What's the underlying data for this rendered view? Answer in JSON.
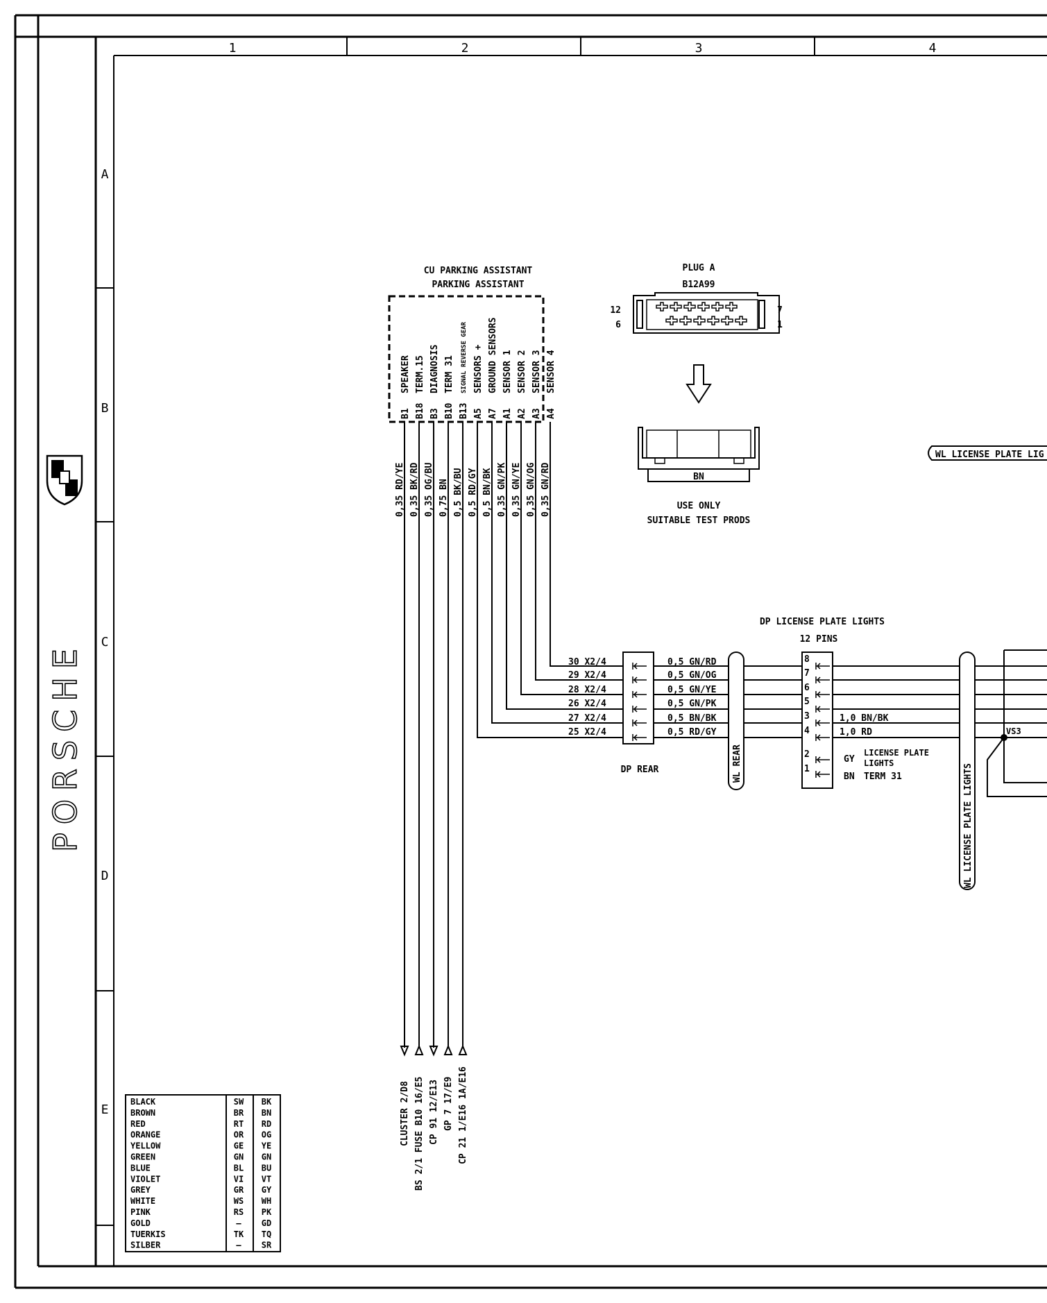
{
  "frame": {
    "columns": [
      "1",
      "2",
      "3",
      "4"
    ],
    "rows": [
      "A",
      "B",
      "C",
      "D",
      "E"
    ],
    "brand": "PORSCHE"
  },
  "control_unit": {
    "title_line1": "CU PARKING ASSISTANT",
    "title_line2": "PARKING ASSISTANT",
    "pins": [
      {
        "id": "B1",
        "label": "SPEAKER",
        "wire": "0,35 RD/YE"
      },
      {
        "id": "B18",
        "label": "TERM.15",
        "wire": "0,35 BK/RD"
      },
      {
        "id": "B3",
        "label": "DIAGNOSIS",
        "wire": "0,35 OG/BU"
      },
      {
        "id": "B10",
        "label": "TERM 31",
        "wire": "0,75 BN"
      },
      {
        "id": "B13",
        "label": "SIGNAL REVERSE GEAR",
        "wire": "0,5 BK/BU"
      },
      {
        "id": "A5",
        "label": "SENSORS +",
        "wire": "0,5 RD/GY"
      },
      {
        "id": "A7",
        "label": "GROUND SENSORS",
        "wire": "0,5 BN/BK"
      },
      {
        "id": "A1",
        "label": "SENSOR 1",
        "wire": "0,35 GN/PK"
      },
      {
        "id": "A2",
        "label": "SENSOR 2",
        "wire": "0,35 GN/YE"
      },
      {
        "id": "A3",
        "label": "SENSOR 3",
        "wire": "0,35 GN/OG"
      },
      {
        "id": "A4",
        "label": "SENSOR 4",
        "wire": "0,35 GN/RD"
      }
    ]
  },
  "destinations": [
    "CLUSTER 2/D8",
    "BS 2/1 FUSE B10 16/E5",
    "CP 91 12/E13",
    "GP 7 17/E9",
    "CP 21 1/E16 1A/E16"
  ],
  "plug": {
    "title": "PLUG A",
    "code": "B12A99",
    "pin_left_top": "12",
    "pin_left_bottom": "6",
    "pin_right_top": "7",
    "pin_right_bottom": "1",
    "color": "BN",
    "note_line1": "USE ONLY",
    "note_line2": "SUITABLE TEST PRODS"
  },
  "wiring_loom_label": "WL LICENSE PLATE LIG",
  "dp_rear": {
    "label": "DP REAR",
    "pins": [
      {
        "pin": "30 X2/4",
        "wire": "0,5 GN/RD"
      },
      {
        "pin": "29 X2/4",
        "wire": "0,5 GN/OG"
      },
      {
        "pin": "28 X2/4",
        "wire": "0,5 GN/YE"
      },
      {
        "pin": "26 X2/4",
        "wire": "0,5 GN/PK"
      },
      {
        "pin": "27 X2/4",
        "wire": "0,5 BN/BK"
      },
      {
        "pin": "25 X2/4",
        "wire": "0,5 RD/GY"
      }
    ]
  },
  "wl_rear": "WL REAR",
  "dp_license": {
    "title": "DP LICENSE PLATE LIGHTS",
    "subtitle": "12 PINS",
    "pins": [
      "8",
      "7",
      "6",
      "5",
      "3",
      "4",
      "2",
      "1"
    ],
    "wire_3": "1,0 BN/BK",
    "wire_4": "1,0 RD",
    "pin2_color": "GY",
    "pin2_label_line1": "LICENSE PLATE",
    "pin2_label_line2": "LIGHTS",
    "pin1_color": "BN",
    "pin1_label": "TERM 31"
  },
  "wl_license_vertical": "WL LICENSE PLATE LIGHTS",
  "splice": "VS3",
  "color_legend": [
    [
      "BLACK",
      "SW",
      "BK"
    ],
    [
      "BROWN",
      "BR",
      "BN"
    ],
    [
      "RED",
      "RT",
      "RD"
    ],
    [
      "ORANGE",
      "OR",
      "OG"
    ],
    [
      "YELLOW",
      "GE",
      "YE"
    ],
    [
      "GREEN",
      "GN",
      "GN"
    ],
    [
      "BLUE",
      "BL",
      "BU"
    ],
    [
      "VIOLET",
      "VI",
      "VT"
    ],
    [
      "GREY",
      "GR",
      "GY"
    ],
    [
      "WHITE",
      "WS",
      "WH"
    ],
    [
      "PINK",
      "RS",
      "PK"
    ],
    [
      "GOLD",
      "—",
      "GD"
    ],
    [
      "TUERKIS",
      "TK",
      "TQ"
    ],
    [
      "SILBER",
      "—",
      "SR"
    ]
  ]
}
